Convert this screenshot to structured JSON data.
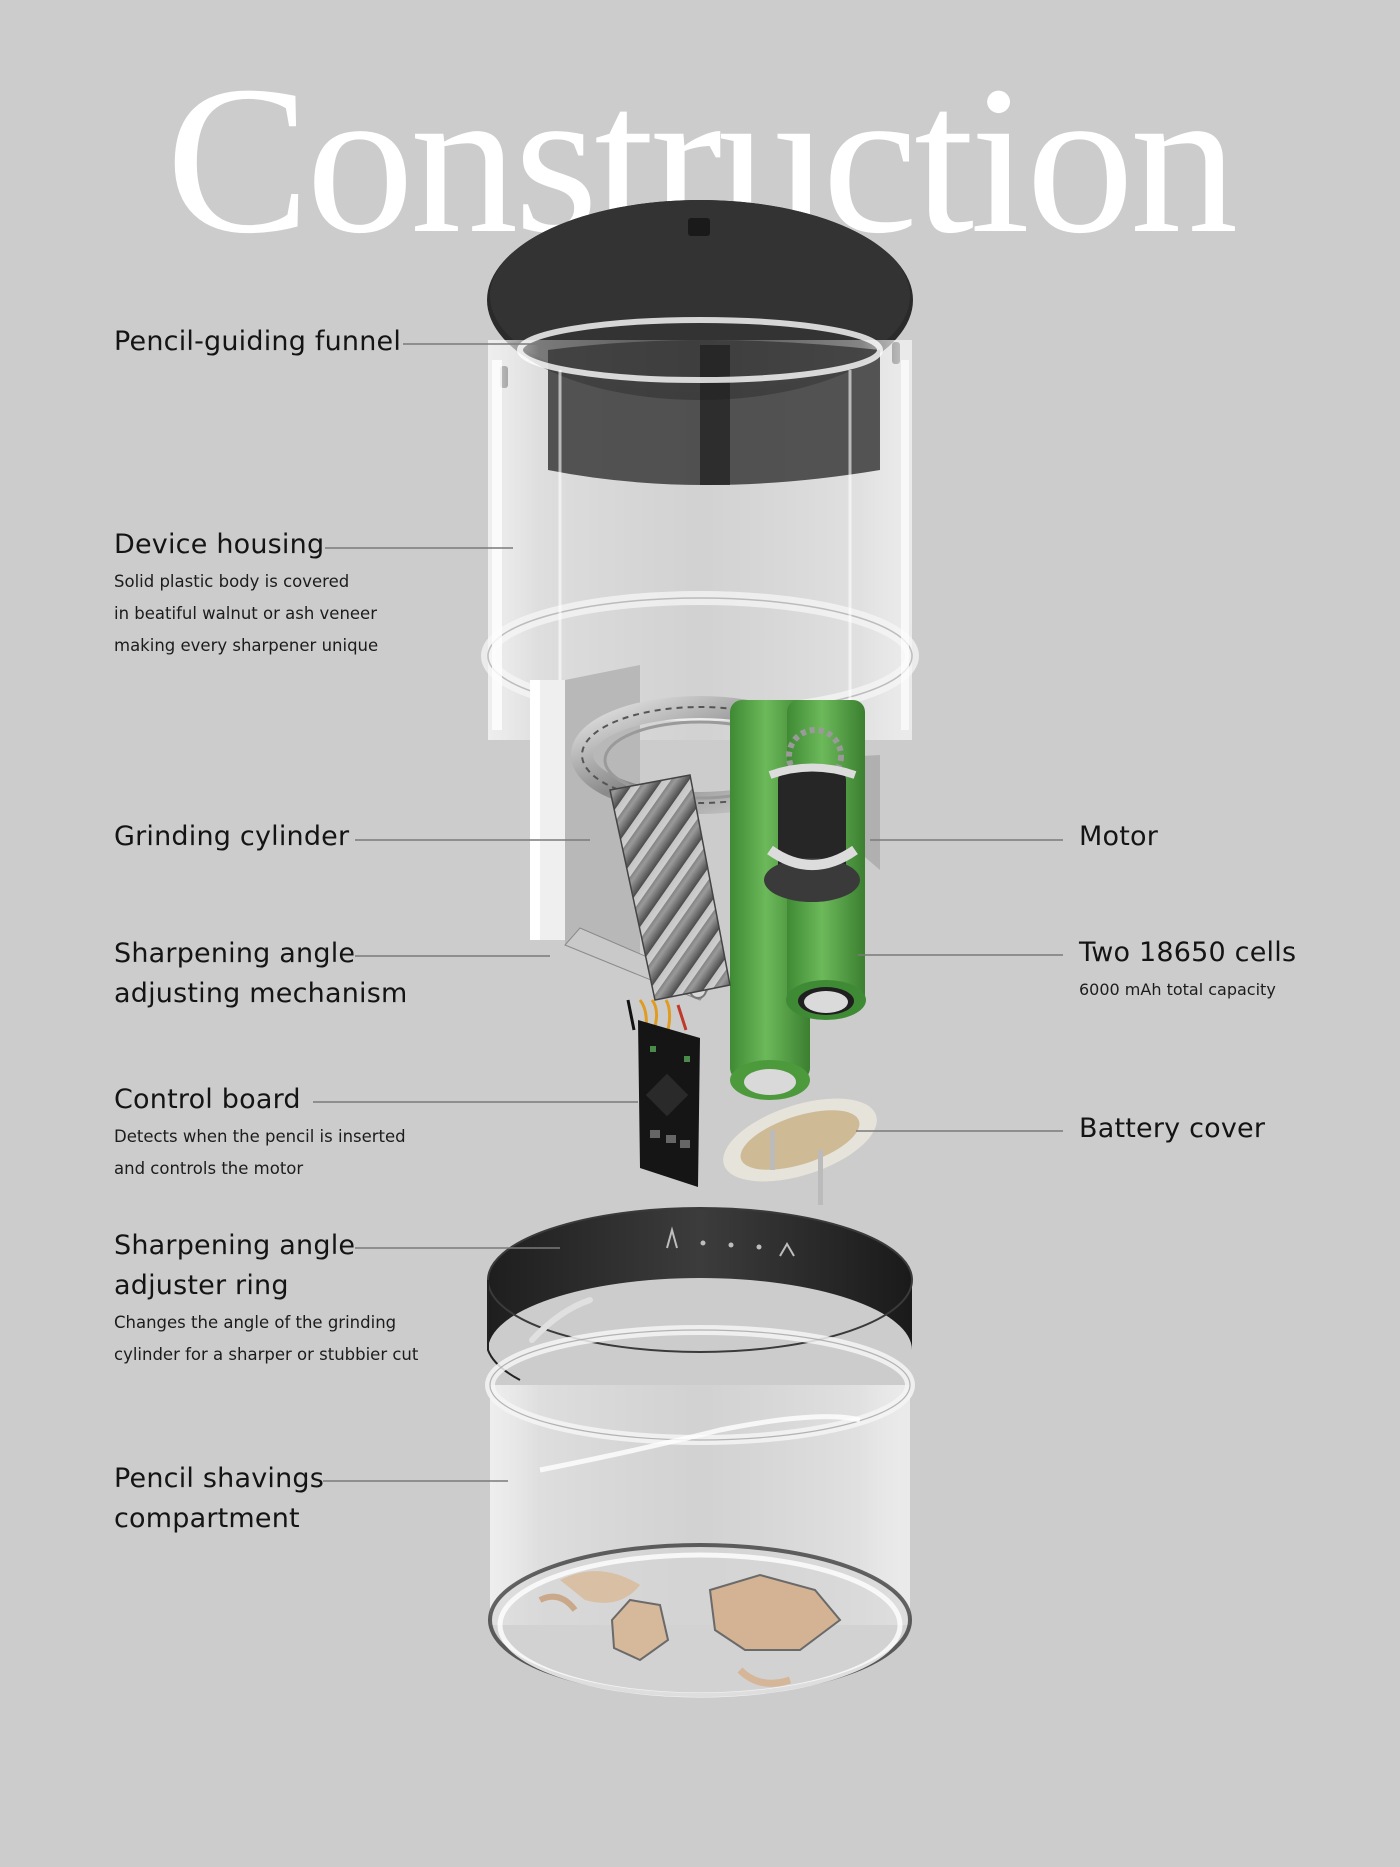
{
  "title": "Construction",
  "colors": {
    "background": "#cccccc",
    "title": "#ffffff",
    "text": "#141414",
    "leader_line": "#7a7a7a",
    "battery_green": "#5aa146",
    "dark_plastic": "#2b2b2b"
  },
  "labels": {
    "funnel": {
      "name": "Pencil-guiding funnel"
    },
    "housing": {
      "name": "Device housing",
      "desc": [
        "Solid plastic body is covered",
        "in beatiful walnut or ash veneer",
        "making every sharpener unique"
      ]
    },
    "grinding": {
      "name": "Grinding cylinder"
    },
    "mechanism": {
      "name": [
        "Sharpening angle",
        "adjusting mechanism"
      ]
    },
    "control": {
      "name": "Control board",
      "desc": [
        "Detects when the pencil is inserted",
        "and controls the motor"
      ]
    },
    "ring": {
      "name": [
        "Sharpening angle",
        "adjuster ring"
      ],
      "desc": [
        "Changes the angle of the grinding",
        "cylinder for a sharper or stubbier cut"
      ]
    },
    "compartment": {
      "name": [
        "Pencil shavings",
        "compartment"
      ]
    },
    "motor": {
      "name": "Motor"
    },
    "cells": {
      "name": "Two 18650 cells",
      "desc": "6000 mAh total capacity"
    },
    "battery_cover": {
      "name": "Battery cover"
    }
  },
  "ring_markings": [
    "sharp-angle-icon",
    "dot",
    "dot",
    "dot",
    "blunt-angle-icon"
  ]
}
